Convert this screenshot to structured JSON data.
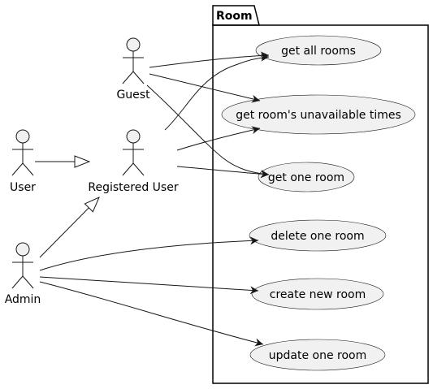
{
  "package": {
    "title": "Room"
  },
  "actors": {
    "guest": "Guest",
    "user": "User",
    "registered_user": "Registered User",
    "admin": "Admin"
  },
  "use_cases": {
    "get_all_rooms": "get all rooms",
    "get_unavailable_times": "get room's unavailable times",
    "get_one_room": "get one room",
    "delete_one_room": "delete one room",
    "create_new_room": "create new room",
    "update_one_room": "update one room"
  },
  "colors": {
    "fill": "#f1f1f1",
    "stroke": "#181818"
  }
}
